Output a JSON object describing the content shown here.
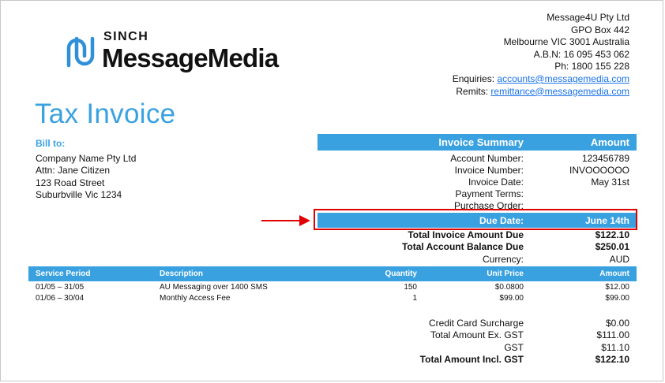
{
  "logo": {
    "sinch": "SINCH",
    "name": "MessageMedia"
  },
  "company": {
    "name": "Message4U Pty Ltd",
    "address1": "GPO Box 442",
    "address2": "Melbourne VIC 3001 Australia",
    "abn": "A.B.N: 16 095 453 062",
    "phone": "Ph: 1800 155 228",
    "enquiries_label": "Enquiries:",
    "enquiries_email": "accounts@messagemedia.com",
    "remits_label": "Remits:",
    "remits_email": "remittance@messagemedia.com"
  },
  "title": "Tax Invoice",
  "bill_to": {
    "heading": "Bill to:",
    "lines": [
      "Company Name Pty Ltd",
      "Attn: Jane Citizen",
      "123 Road Street",
      "Suburbville Vic 1234"
    ]
  },
  "summary": {
    "header_label": "Invoice Summary",
    "header_amount": "Amount",
    "rows": [
      {
        "label": "Account Number:",
        "value": "123456789"
      },
      {
        "label": "Invoice Number:",
        "value": "INVOOOOOO"
      },
      {
        "label": "Invoice Date:",
        "value": "May 31st"
      },
      {
        "label": "Payment Terms:",
        "value": ""
      },
      {
        "label": "Purchase Order:",
        "value": ""
      }
    ],
    "due_label": "Due Date:",
    "due_value": "June 14th",
    "after_rows": [
      {
        "label": "Total Invoice Amount Due",
        "value": "$122.10"
      },
      {
        "label": "Total Account Balance Due",
        "value": "$250.01"
      },
      {
        "label": "Currency:",
        "value": "AUD"
      }
    ]
  },
  "table": {
    "headers": {
      "period": "Service Period",
      "description": "Description",
      "quantity": "Quantity",
      "unit_price": "Unit Price",
      "amount": "Amount"
    },
    "rows": [
      {
        "period": "01/05 – 31/05",
        "description": "AU Messaging over 1400 SMS",
        "quantity": "150",
        "unit_price": "$0.0800",
        "amount": "$12.00"
      },
      {
        "period": "01/06 – 30/04",
        "description": "Monthly Access Fee",
        "quantity": "1",
        "unit_price": "$99.00",
        "amount": "$99.00"
      }
    ]
  },
  "totals": [
    {
      "label": "Credit Card Surcharge",
      "value": "$0.00"
    },
    {
      "label": "Total Amount Ex. GST",
      "value": "$111.00"
    },
    {
      "label": "GST",
      "value": "$11.10"
    },
    {
      "label": "Total Amount Incl. GST",
      "value": "$122.10"
    }
  ],
  "colors": {
    "accent": "#3aa1e0",
    "highlight": "#e00000",
    "link": "#1a73e8"
  },
  "icons": {
    "logo": "sinch-logo-icon",
    "arrow": "arrow-right-icon"
  }
}
